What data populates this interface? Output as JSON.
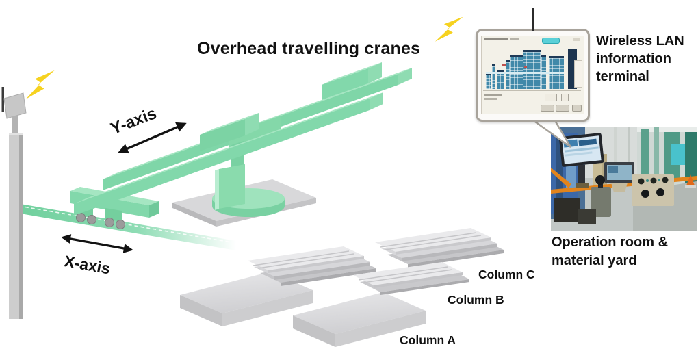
{
  "title": "Overhead travelling cranes",
  "axes": {
    "y_label": "Y-axis",
    "x_label": "X-axis"
  },
  "columns": {
    "a": "Column A",
    "b": "Column B",
    "c": "Column C"
  },
  "captions": {
    "terminal": "Wireless LAN\ninformation\nterminal",
    "operation_room": "Operation room &\nmaterial yard"
  },
  "colors": {
    "crane_green_top": "#a5e6c2",
    "crane_green_front": "#82d8ab",
    "rail_green": "#6fcf9c",
    "slab_gray": "#dedee0",
    "bolt_yellow": "#f6d21f",
    "terminal_grid_teal": "#4189a9",
    "terminal_navy": "#1d3550",
    "railing_orange": "#e2841c"
  }
}
